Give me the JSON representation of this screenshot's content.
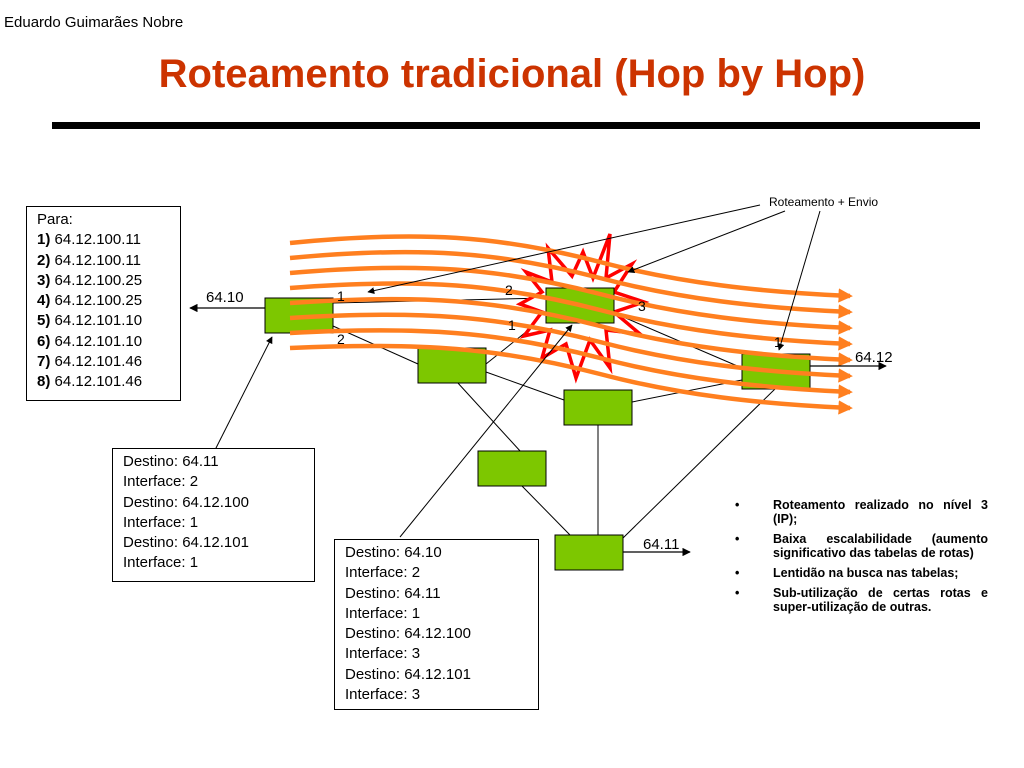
{
  "header": {
    "author": "Eduardo Guimarães Nobre",
    "title": "Roteamento tradicional (Hop by Hop)"
  },
  "diagram": {
    "callout_label": "Roteamento + Envio",
    "port_labels": {
      "left_exit": "64.10",
      "right_exit": "64.12",
      "bottom_exit": "64.11"
    },
    "interface_numbers": {
      "r1_top": "1",
      "r1_bottom": "2",
      "r4_top": "2",
      "r4_left": "1",
      "r4_right": "3",
      "r5_top": "1"
    },
    "colors": {
      "router_fill": "#7dc700",
      "flow_lines": "#ff7f1f",
      "burst_outline": "#ff0000",
      "title": "#cc3300"
    }
  },
  "packet_box": {
    "header": "Para:",
    "entries": [
      {
        "num": "1)",
        "addr": "64.12.100.11"
      },
      {
        "num": "2)",
        "addr": "64.12.100.11"
      },
      {
        "num": "3)",
        "addr": "64.12.100.25"
      },
      {
        "num": "4)",
        "addr": "64.12.100.25"
      },
      {
        "num": "5)",
        "addr": "64.12.101.10"
      },
      {
        "num": "6)",
        "addr": "64.12.101.10"
      },
      {
        "num": "7)",
        "addr": "64.12.101.46"
      },
      {
        "num": "8)",
        "addr": "64.12.101.46"
      }
    ]
  },
  "table_left": {
    "lines": [
      "Destino: 64.11",
      "Interface: 2",
      "Destino: 64.12.100",
      "Interface: 1",
      "Destino: 64.12.101",
      "Interface: 1"
    ]
  },
  "table_center": {
    "lines": [
      "Destino: 64.10",
      "Interface: 2",
      "Destino: 64.11",
      "Interface: 1",
      "Destino: 64.12.100",
      "Interface: 3",
      "Destino: 64.12.101",
      "Interface: 3"
    ]
  },
  "bullets": [
    "Roteamento realizado no nível 3 (IP);",
    "Baixa escalabilidade (aumento significativo das tabelas de rotas)",
    "Lentidão na busca nas tabelas;",
    "Sub-utilização de certas rotas e super-utilização de outras."
  ]
}
